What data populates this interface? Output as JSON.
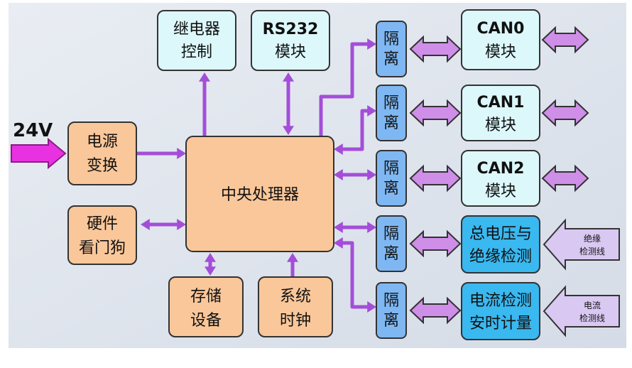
{
  "input_voltage": "24V",
  "blocks": {
    "relay": [
      "继电器",
      "控制"
    ],
    "rs232": [
      "RS232",
      "模块"
    ],
    "power": [
      "电源",
      "变换"
    ],
    "watchdog": [
      "硬件",
      "看门狗"
    ],
    "cpu": [
      "中央处理器"
    ],
    "storage": [
      "存储",
      "设备"
    ],
    "clock": [
      "系统",
      "时钟"
    ],
    "can0": [
      "CAN0",
      "模块"
    ],
    "can1": [
      "CAN1",
      "模块"
    ],
    "can2": [
      "CAN2",
      "模块"
    ],
    "voltage": [
      "总电压与",
      "绝缘检测"
    ],
    "current": [
      "电流检测",
      "安时计量"
    ]
  },
  "isolation_label": "隔离",
  "inputs": {
    "insulation": [
      "绝缘",
      "检测线"
    ],
    "current": [
      "电流",
      "检测线"
    ]
  },
  "colors": {
    "background_panel": "#dfe5ee",
    "orange_fill": "#f9c79a",
    "cyan_fill": "#dcf8fb",
    "blue_fill": "#3ab8f0",
    "iso_fill": "#7fb7f2",
    "arrow_purple": "#a44ed8",
    "input_magenta": "#e832e2"
  }
}
